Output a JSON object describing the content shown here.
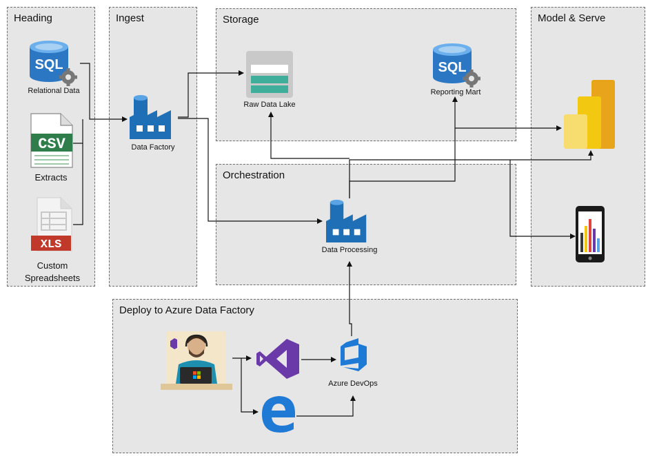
{
  "sections": {
    "heading": "Heading",
    "ingest": "Ingest",
    "storage": "Storage",
    "orchestration": "Orchestration",
    "model_serve": "Model & Serve",
    "deploy": "Deploy to Azure Data Factory"
  },
  "sources": {
    "relational": {
      "badge": "SQL",
      "label": "Relational Data"
    },
    "extracts": {
      "badge": "CSV",
      "label": "Extracts"
    },
    "spreadsheets": {
      "badge": "XLS",
      "label_line1": "Custom",
      "label_line2": "Spreadsheets"
    }
  },
  "nodes": {
    "data_factory": "Data Factory",
    "raw_data_lake": "Raw Data Lake",
    "reporting_mart_badge": "SQL",
    "reporting_mart": "Reporting Mart",
    "data_processing": "Data Processing",
    "azure_devops": "Azure DevOps"
  },
  "icons": {
    "sql": "sql-database-icon",
    "csv": "csv-file-icon",
    "xls": "xls-file-icon",
    "factory": "data-factory-icon",
    "lake": "data-lake-icon",
    "powerbi": "power-bi-icon",
    "mobile": "mobile-report-icon",
    "developer": "developer-avatar-icon",
    "visual_studio": "visual-studio-icon",
    "edge": "edge-browser-icon",
    "devops": "azure-devops-icon"
  },
  "colors": {
    "panel": "#e6e6e6",
    "azure_blue": "#1f6fb6",
    "sql_blue": "#2c77c4",
    "csv_green": "#2e7d4a",
    "xls_red": "#c0392b",
    "powerbi_yellow": "#f2c811",
    "vs_purple": "#6a3aa8",
    "lake_teal": "#3fae9b"
  }
}
